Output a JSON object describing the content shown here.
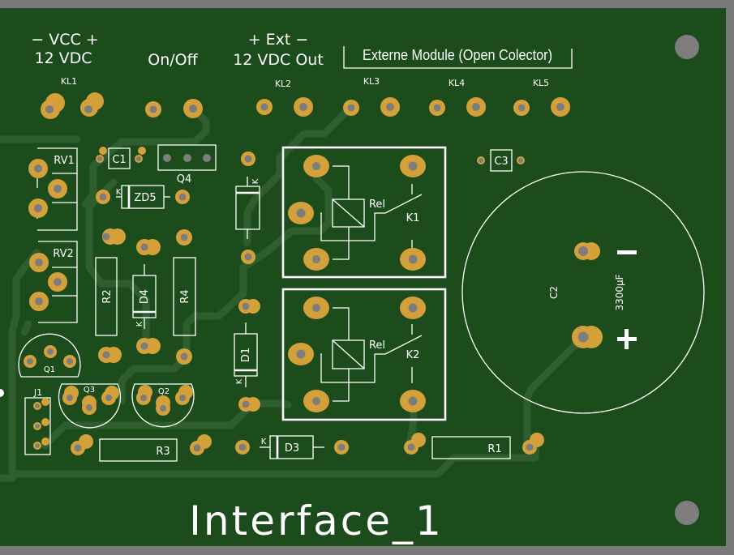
{
  "board": {
    "title": "Interface_1",
    "colors": {
      "background": "#7a7a7a",
      "soldermask": "#1c4b1c",
      "trace": "#2f5f2f",
      "pad": "#d4a03a",
      "drill": "#7d7d7d",
      "silkscreen": "#ffffff",
      "mounting_hole": "#7d7d7d"
    }
  },
  "silkscreen_text": {
    "vcc_line1": "− VCC +",
    "vcc_line2": "12 VDC",
    "onoff": "On/Off",
    "ext_line1": "+ Ext −",
    "ext_line2": "12 VDC Out",
    "externe_module": "Externe Module (Open Colector)",
    "c2_value": "3300µF",
    "c2_minus": "−",
    "c2_plus": "+"
  },
  "components": {
    "KL1": "KL1",
    "KL2": "KL2",
    "KL3": "KL3",
    "KL4": "KL4",
    "KL5": "KL5",
    "RV1": "RV1",
    "RV2": "RV2",
    "C1": "C1",
    "C2": "C2",
    "C3": "C3",
    "Q1": "Q1",
    "Q2": "Q2",
    "Q3": "Q3",
    "Q4": "Q4",
    "ZD5": "ZD5",
    "D1": "D1",
    "D3": "D3",
    "D4": "D4",
    "R1": "R1",
    "R2": "R2",
    "R3": "R3",
    "R4": "R4",
    "J1": "J1",
    "K1": "K1",
    "K2": "K2",
    "rel": "Rel",
    "cathode": "K"
  }
}
